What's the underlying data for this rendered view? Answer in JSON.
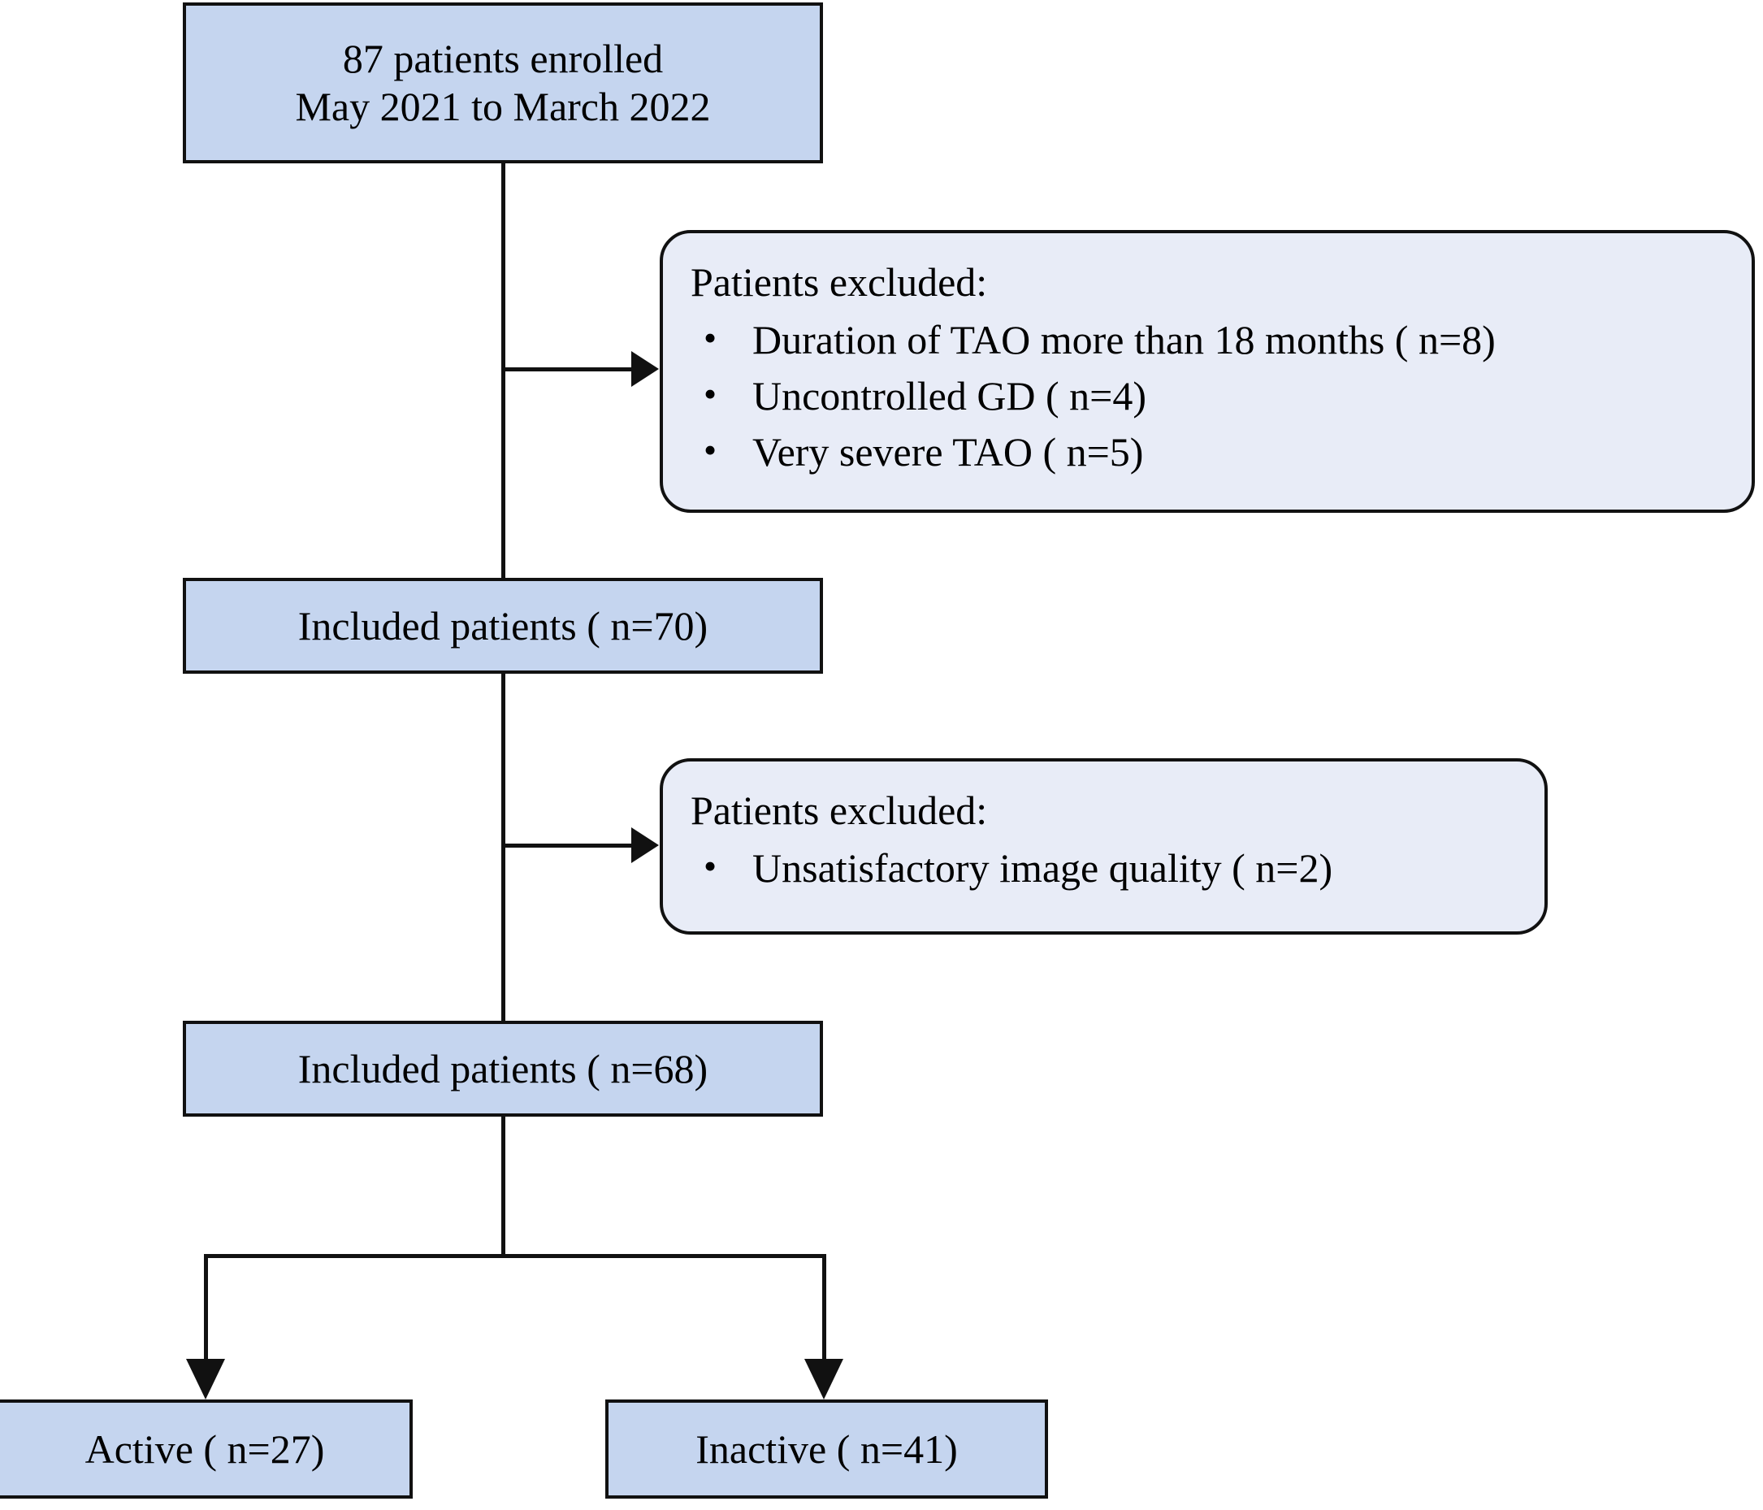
{
  "figure": {
    "type": "flowchart",
    "description": "Patient enrollment and exclusion flow diagram",
    "colors": {
      "process_fill": "#c5d5ef",
      "exclusion_fill": "#e8ecf7",
      "stroke": "#111111",
      "text": "#000000"
    }
  },
  "nodes": {
    "enrolled": {
      "line1": "87 patients enrolled",
      "line2": "May 2021 to March 2022",
      "count": 87
    },
    "excluded_1": {
      "title": "Patients excluded:",
      "items": [
        {
          "bullet": "•",
          "text": "Duration of TAO more than 18 months ( n=8)",
          "n": 8
        },
        {
          "bullet": "•",
          "text": "Uncontrolled GD ( n=4)",
          "n": 4
        },
        {
          "bullet": "•",
          "text": "Very severe TAO ( n=5)",
          "n": 5
        }
      ]
    },
    "included_70": {
      "label": "Included patients ( n=70)",
      "count": 70
    },
    "excluded_2": {
      "title": "Patients excluded:",
      "items": [
        {
          "bullet": "•",
          "text": "Unsatisfactory image quality ( n=2)",
          "n": 2
        }
      ]
    },
    "included_68": {
      "label": "Included patients ( n=68)",
      "count": 68
    },
    "active": {
      "label": "Active ( n=27)",
      "count": 27
    },
    "inactive": {
      "label": "Inactive ( n=41)",
      "count": 41
    }
  }
}
